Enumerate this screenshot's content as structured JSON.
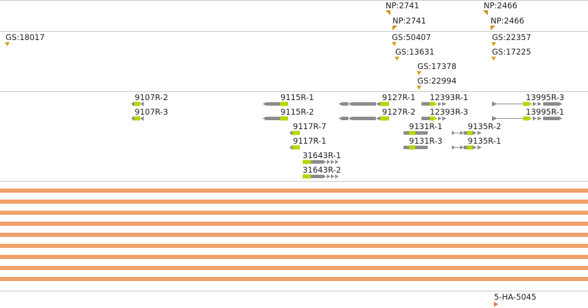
{
  "colors": {
    "divider": "#c8c8c8",
    "np_marker": "#c8920a",
    "gs_marker": "#d9a22a",
    "gene_body": "#8c8c8c",
    "exon_highlight": "#b9d40b",
    "coverage_bar": "#f0a06a",
    "ha_marker": "#e8743e"
  },
  "np_track": {
    "items": [
      {
        "label": "NP:2741",
        "strand": "-"
      },
      {
        "label": "NP:2741",
        "strand": "+"
      },
      {
        "label": "NP:2466",
        "strand": "-"
      },
      {
        "label": "NP:2466",
        "strand": "+"
      }
    ]
  },
  "gs_track": {
    "items": [
      {
        "label": "GS:18017"
      },
      {
        "label": "GS:50407"
      },
      {
        "label": "GS:13631"
      },
      {
        "label": "GS:17378"
      },
      {
        "label": "GS:22994"
      },
      {
        "label": "GS:22357"
      },
      {
        "label": "GS:17225"
      }
    ]
  },
  "gene_track": {
    "genes": [
      {
        "label": "9107R-2",
        "strand": "-"
      },
      {
        "label": "9107R-3",
        "strand": "-"
      },
      {
        "label": "9115R-1",
        "strand": "-"
      },
      {
        "label": "9115R-2",
        "strand": "-"
      },
      {
        "label": "9117R-7",
        "strand": "-"
      },
      {
        "label": "9117R-1",
        "strand": "-"
      },
      {
        "label": "31643R-1",
        "strand": "+"
      },
      {
        "label": "31643R-2",
        "strand": "+"
      },
      {
        "label": "9127R-1",
        "strand": "-"
      },
      {
        "label": "9127R-2",
        "strand": "-"
      },
      {
        "label": "12393R-1",
        "strand": "+"
      },
      {
        "label": "12393R-3",
        "strand": "+"
      },
      {
        "label": "9131R-1",
        "strand": "-"
      },
      {
        "label": "9131R-3",
        "strand": "-"
      },
      {
        "label": "9135R-2",
        "strand": "+"
      },
      {
        "label": "9135R-1",
        "strand": "+"
      },
      {
        "label": "13995R-3",
        "strand": "+"
      },
      {
        "label": "13995R-1",
        "strand": "+"
      }
    ]
  },
  "coverage_track": {
    "bar_count": 9
  },
  "ha_track": {
    "items": [
      {
        "label": "5-HA-5045"
      }
    ]
  }
}
